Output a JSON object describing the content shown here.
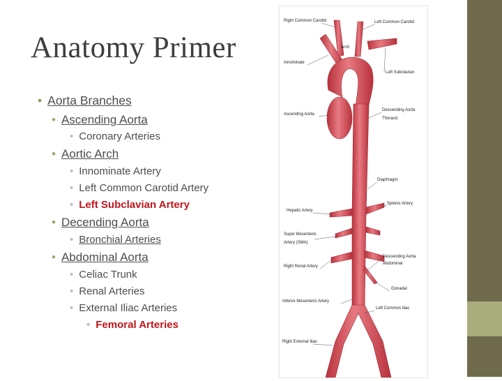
{
  "title": "Anatomy Primer",
  "bullets": {
    "aorta_branches": "Aorta Branches",
    "ascending_aorta": "Ascending Aorta",
    "coronary_arteries": "Coronary Arteries",
    "aortic_arch": "Aortic Arch",
    "innominate_artery": "Innominate Artery",
    "left_common_carotid_artery": "Left Common Carotid Artery",
    "left_subclavian_artery": "Left Subclavian Artery",
    "decending_aorta": "Decending Aorta",
    "bronchial_arteries": "Bronchial Arteries",
    "abdominal_aorta": "Abdominal Aorta",
    "celiac_trunk": "Celiac Trunk",
    "renal_arteries": "Renal Arteries",
    "external_iliac_arteries": "External Iliac Arteries",
    "femoral_arteries": "Femoral Arteries"
  },
  "diagram_labels": {
    "right_common_carotid": "Right Common Carotid",
    "left_common_carotid": "Left Common Carotid",
    "arch": "Arch",
    "innominate": "Innominate",
    "left_subclavian": "Left Subclavian",
    "ascending_aorta": "Ascending Aorta",
    "descending_aorta": "Descending Aorta",
    "thoracic": "Thoracic",
    "diaphragm": "Diaphragm",
    "splenic_artery": "Splenic Artery",
    "hepatic_artery": "Hepatic Artery",
    "super_mesenteric": "Super Mesenteric",
    "artery_sma": "Artery (SMA)",
    "descending_aorta_2": "Descending Aorta",
    "abdominal": "Abdominal",
    "right_renal_artery": "Right Renal Artery",
    "gonadal": "Gonadal",
    "inferior_mesenteric_artery": "Inferior Mesenteric Artery",
    "left_common_iliac": "Left Common Iliac",
    "right_external_iliac": "Right External Iliac"
  },
  "colors": {
    "accent_red": "#c0151c",
    "artery_fill": "#d9555f",
    "side_bar": "#6f6a4c",
    "side_bar_light": "#a9ad7b"
  }
}
